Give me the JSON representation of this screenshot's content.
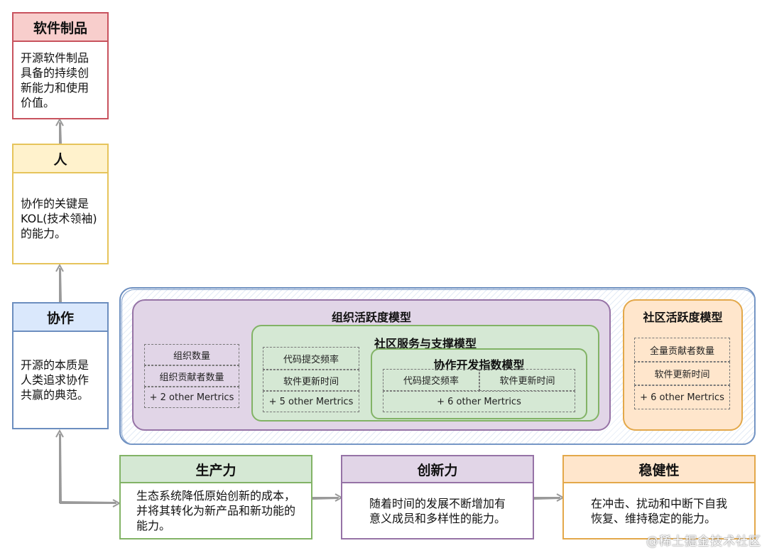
{
  "left_column": {
    "software": {
      "title": "软件制品",
      "lines": [
        "开源软件制品",
        "具备的持续创",
        "新能力和使用",
        "价值。"
      ]
    },
    "people": {
      "title": "人",
      "lines": [
        "协作的关键是",
        "KOL(技术领袖)",
        "的能力。"
      ]
    },
    "collab": {
      "title": "协作",
      "lines": [
        "开源的本质是",
        "人类追求协作",
        "共赢的典范。"
      ]
    }
  },
  "models": {
    "org": {
      "title": "组织活跃度模型",
      "metrics": [
        "组织数量",
        "组织贡献者数量",
        "+ 2 other Mertrics"
      ]
    },
    "service": {
      "title": "社区服务与支撑模型",
      "metrics": [
        "代码提交频率",
        "软件更新时间",
        "+ 5 other Mertrics"
      ]
    },
    "dev": {
      "title": "协作开发指数模型",
      "metrics": [
        "代码提交频率",
        "软件更新时间",
        "+ 6 other Mertrics"
      ]
    },
    "community": {
      "title": "社区活跃度模型",
      "metrics": [
        "全量贡献者数量",
        "软件更新时间",
        "+ 6 other Mertrics"
      ]
    }
  },
  "bottom_row": {
    "productivity": {
      "title": "生产力",
      "lines": [
        "生态系统降低原始创新的成本，",
        "并将其转化为新产品和新功能的",
        "能力。"
      ]
    },
    "innovation": {
      "title": "创新力",
      "lines": [
        "随着时间的发展不断增加有",
        "意义成员和多样性的能力。"
      ]
    },
    "robustness": {
      "title": "稳健性",
      "lines": [
        "在冲击、扰动和中断下自我",
        "恢复、维持稳定的能力。"
      ]
    }
  },
  "watermark": "@稀土掘金技术社区",
  "colors": {
    "red": "#c8535e",
    "yellow": "#e6c45b",
    "blue": "#6c8ebf",
    "green": "#82b366",
    "purple": "#9673a6",
    "orange": "#e3a84a"
  }
}
